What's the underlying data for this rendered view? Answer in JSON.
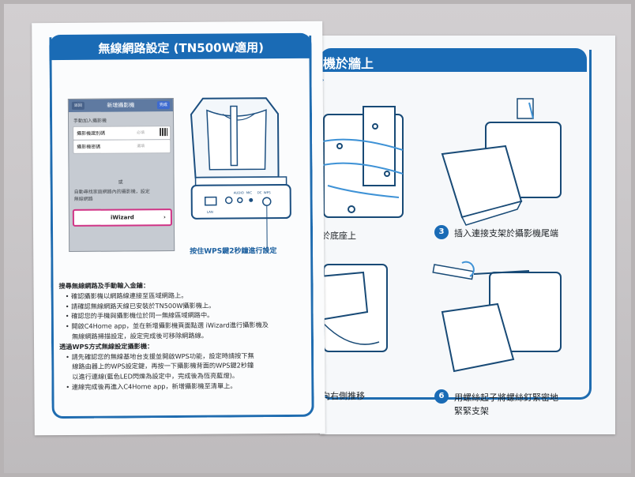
{
  "left_page": {
    "title": "無線網路設定 (TN500W適用)",
    "phone": {
      "header": "新增攝影機",
      "back_label": "返回",
      "done_label": "完成",
      "manual_label": "手動加入攝影機",
      "rows": [
        {
          "label": "攝影機識別碼",
          "value": "必填"
        },
        {
          "label": "攝影機密碼",
          "value": "選填"
        }
      ],
      "or_label": "或",
      "auto_text_1": "自動尋找家庭網路內的攝影機，設定",
      "auto_text_2": "無線網路",
      "wizard_label": "iWizard",
      "wizard_arrow": "›"
    },
    "camera_labels": [
      "LAN",
      "AUDIO",
      "MIC",
      "DC",
      "WPS"
    ],
    "wps_caption": "按住WPS鍵2秒鐘進行設定",
    "section1_heading": "搜尋無線網路及手動輸入金鑰：",
    "section1_items": [
      "• 確認攝影機以網路線連接至區域網路上。",
      "• 請確認無線網路天線已安裝於TN500W攝影機上。",
      "• 確認您的手機與攝影機位於同一無線區域網路中。",
      "• 開啟C4Home app，並在新增攝影機頁面點選 iWizard進行攝影機及",
      "無線網路掃描設定，設定完成後可移除網路線。"
    ],
    "section2_heading": "透過WPS方式無線設定攝影機：",
    "section2_items": [
      "• 請先確認您的無線基地台支援並開啟WPS功能，設定時請按下無",
      "線路由器上的WPS設定鍵，再按一下攝影機背面的WPS鍵2秒鐘",
      "以進行連線(藍色LED閃爍為設定中，完成後為恆亮藍燈)。",
      "• 連線完成後再進入C4Home app，新增攝影機至清單上。"
    ]
  },
  "right_page": {
    "title_partial": "機於牆上",
    "page_arrow": "›",
    "step_left_top": "於底座上",
    "step_left_bottom": "向右側推移",
    "step3_number": "3",
    "step3_text": "插入連接支架於攝影機尾端",
    "step6_number": "6",
    "step6_text_line1": "用螺絲起子將螺絲釘緊密地",
    "step6_text_line2": "緊緊支架"
  },
  "colors": {
    "brand_blue": "#1a6bb5",
    "page_white": "#fbfcfd",
    "background_gray": "#c6c3c5",
    "highlight_pink": "#d03486"
  }
}
